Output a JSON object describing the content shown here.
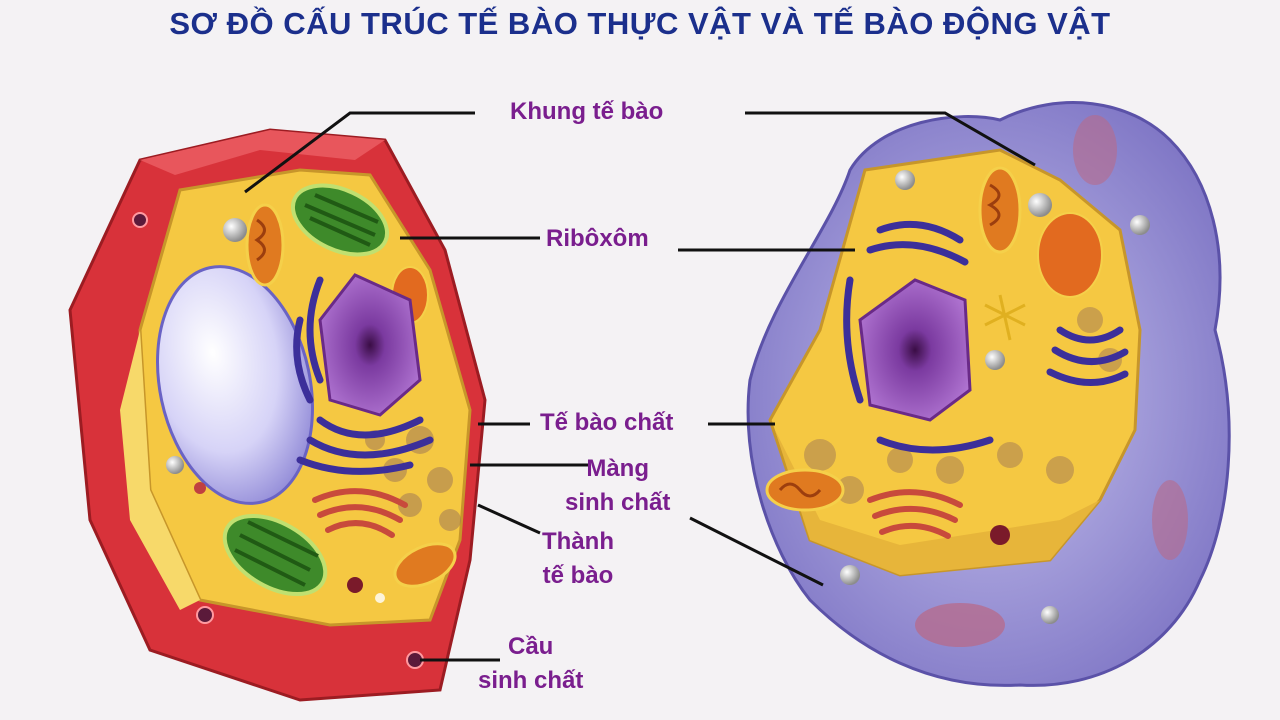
{
  "title": "SƠ ĐỒ CẤU TRÚC TẾ BÀO THỰC VẬT VÀ TẾ BÀO ĐỘNG VẬT",
  "labels": {
    "cytoskeleton": "Khung tế bào",
    "ribosome": "Ribôxôm",
    "cytoplasm": "Tế bào chất",
    "plasma_membrane": [
      "Màng",
      "sinh chất"
    ],
    "cell_wall": [
      "Thành",
      "tế bào"
    ],
    "plasmodesmata": [
      "Cầu",
      "sinh chất"
    ]
  },
  "colors": {
    "title": "#1b2f8c",
    "label": "#7a1e8e",
    "plant_wall": "#d8323a",
    "cytoplasm": "#f5c842",
    "animal_membrane": "#8f86cc",
    "nucleus": "#9a4ec0",
    "chloroplast": "#3e8a2a",
    "mitochondrion": "#e07a20",
    "vacuole": "#c9c6f2"
  }
}
